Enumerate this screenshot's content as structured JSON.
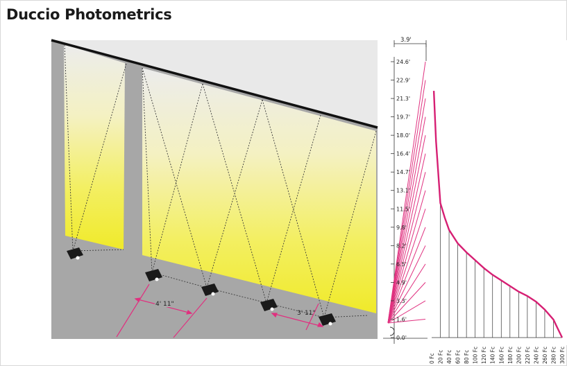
{
  "header": {
    "title": "Duccio Photometrics"
  },
  "diagram": {
    "spacing_labels": [
      "4' 11\"",
      "3' 11\""
    ]
  },
  "chart_data": {
    "type": "line",
    "offset_label": "3.9'",
    "height_ticks": [
      "24.6'",
      "22.9'",
      "21.3'",
      "19.7'",
      "18.0'",
      "16.4'",
      "14.7'",
      "13.1'",
      "11.5'",
      "9.8'",
      "8.2'",
      "6.5'",
      "4.9'",
      "3.3'",
      "1.6'",
      "0.0'"
    ],
    "fc_ticks": [
      "0 Fc",
      "20 Fc",
      "40 Fc",
      "60 Fc",
      "80 Fc",
      "100 Fc",
      "120 Fc",
      "140 Fc",
      "160 Fc",
      "180 Fc",
      "200 Fc",
      "220 Fc",
      "240 Fc",
      "260 Fc",
      "280 Fc",
      "300 Fc"
    ],
    "curve": {
      "x": [
        300,
        290,
        280,
        260,
        240,
        220,
        200,
        180,
        160,
        140,
        120,
        100,
        80,
        60,
        40,
        30,
        20,
        10,
        5
      ],
      "y": [
        0.0,
        0.8,
        1.6,
        2.5,
        3.2,
        3.7,
        4.1,
        4.6,
        5.1,
        5.6,
        6.2,
        6.9,
        7.6,
        8.4,
        9.6,
        10.7,
        12.0,
        17.5,
        22.0
      ]
    },
    "colors": {
      "curve": "#d61f73",
      "rays": "#e0307f"
    }
  }
}
